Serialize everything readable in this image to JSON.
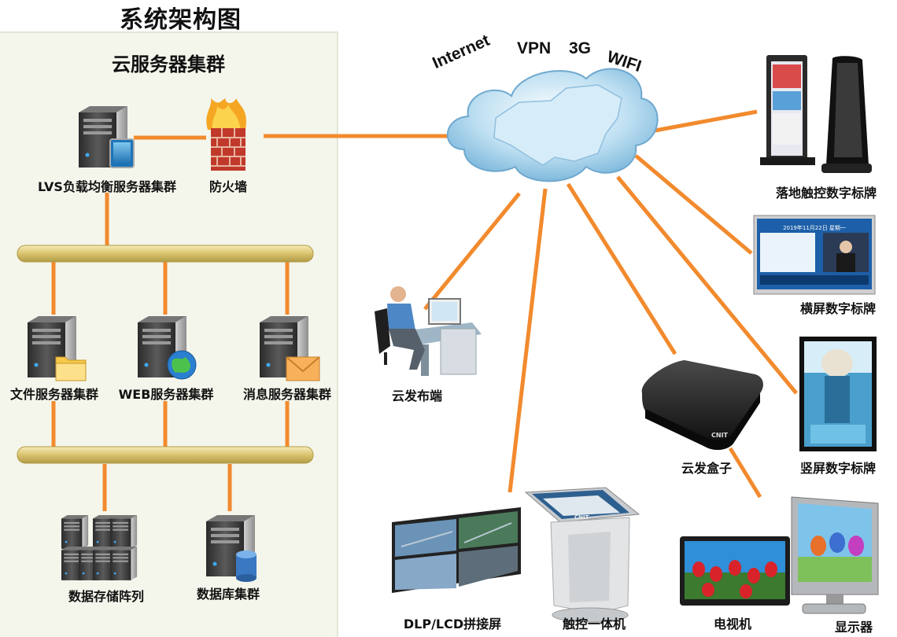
{
  "title": "系统架构图",
  "cloud_cluster": {
    "title": "云服务器集群",
    "lvs": "LVS负载均衡服务器集群",
    "firewall": "防火墙",
    "file_server": "文件服务器集群",
    "web_server": "WEB服务器集群",
    "msg_server": "消息服务器集群",
    "storage": "数据存储阵列",
    "database": "数据库集群"
  },
  "network": {
    "labels": [
      "Internet",
      "VPN",
      "3G",
      "WIFI"
    ]
  },
  "terminals": {
    "floor_signage": "落地触控数字标牌",
    "landscape_signage": "横屏数字标牌",
    "portrait_signage": "竖屏数字标牌",
    "publisher": "云发布端",
    "cloud_box": "云发盒子",
    "splicing_screen": "DLP/LCD拼接屏",
    "touch_kiosk": "触控一体机",
    "tv": "电视机",
    "monitor": "显示器"
  },
  "device_text": {
    "box_brand": "CNIT",
    "kiosk_brand": "CNIT",
    "signage_date": "2019年11月22日 星期一"
  },
  "colors": {
    "link": "#f28a2e",
    "bus": "#d8c070"
  }
}
